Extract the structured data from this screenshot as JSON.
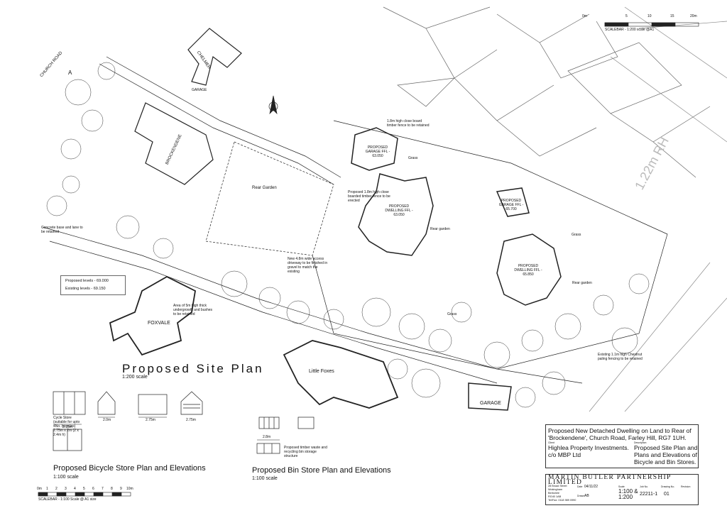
{
  "site_plan": {
    "title": "Proposed Site Plan",
    "scale": "1:200 scale",
    "scalebar_label": "SCALEBAR - 1:200 scale @A1",
    "scalebar_ticks": [
      "0m",
      "5",
      "10",
      "15",
      "20m"
    ],
    "rear_garden": "Rear Garden",
    "legend": {
      "proposed_levels": "Proposed levels - 69.000",
      "existing_levels": "Existing levels - 69.150"
    },
    "roads": {
      "church_road": "CHURCH ROAD",
      "section_a": "A"
    },
    "buildings": {
      "chelmer": "CHELMER",
      "garage_top": "GARAGE",
      "brockendene": "BROCKENDENE",
      "foxvale": "FOXVALE",
      "little_foxes": "Little Foxes",
      "garage_bottom": "GARAGE",
      "proposed_garage_1": "PROPOSED GARAGE FFL - 63.050",
      "proposed_dwelling_1": "PROPOSED DWELLING FFL - 63.050",
      "proposed_garage_2": "PROPOSED GARAGE FFL - 65.700",
      "proposed_dwelling_2": "PROPOSED DWELLING FFL - 65.850"
    },
    "annotations": {
      "grass_1": "Grass",
      "grass_2": "Grass",
      "grass_3": "Grass",
      "rear_garden_2": "Rear garden",
      "rear_garden_3": "Rear garden",
      "notes_1": "1.8m high close board timber fence to be retained",
      "notes_2": "New 4.8m wide access driveway to be finished in gravel to match the existing",
      "notes_3": "Proposed 1.8m high close boarded timber fence to be erected",
      "notes_4": "Existing 1.1m high Chestnut paling fencing to be retained",
      "notes_5": "Concrete base and lane to be retained",
      "notes_6": "Area of 5m high thick undergrowth and bushes to be retained"
    }
  },
  "bicycle_store": {
    "title": "Proposed Bicycle Store Plan and Elevations",
    "scale": "1:100 scale",
    "caption": "Cycle Store (suitable for upto 4No. bicycles) 2.75m x 2m (2 x 2.4m h)",
    "dim_1": "2.75m",
    "dim_2": "2.0m",
    "dim_3": "2.75m",
    "dim_4": "2.75m",
    "scalebar_label": "SCALEBAR - 1:100 Scale @ A1 size",
    "scalebar_ticks": [
      "0m",
      "1",
      "2",
      "3",
      "4",
      "5",
      "6",
      "7",
      "8",
      "9",
      "10m"
    ]
  },
  "bin_store": {
    "title": "Proposed Bin Store Plan and Elevations",
    "scale": "1:100 scale",
    "dim": "2.8m",
    "caption": "Proposed timber waste and recycling bin storage structure"
  },
  "title_block": {
    "project": "Proposed New Detached Dwelling on Land to Rear of 'Brockendene', Church Road, Farley Hill, RG7 1UH.",
    "client_label": "Client",
    "client": "Highlea Property Investments. c/o MBP Ltd",
    "description_label": "Description",
    "description": "Proposed Site Plan and Plans and Elevations of Bicycle and Bin Stores.",
    "firm": "MARTIN BUTLER PARTNERSHIP LIMITED",
    "address": [
      "28 Broad Street",
      "Wokingham",
      "Berkshire",
      "RG40 1AB",
      "Tel/Fax: 0118 989 0990"
    ],
    "date_label": "Date",
    "date": "04/11/22",
    "drawn_label": "Drawn",
    "drawn": "AB",
    "scale_label": "Scale",
    "scale": "1:100 & 1:200",
    "job_label": "Job No.",
    "job": "22211-1",
    "drawing_label": "Drawing No.",
    "drawing": "01",
    "revision_label": "Revision"
  },
  "road_label": "1.22m RH"
}
